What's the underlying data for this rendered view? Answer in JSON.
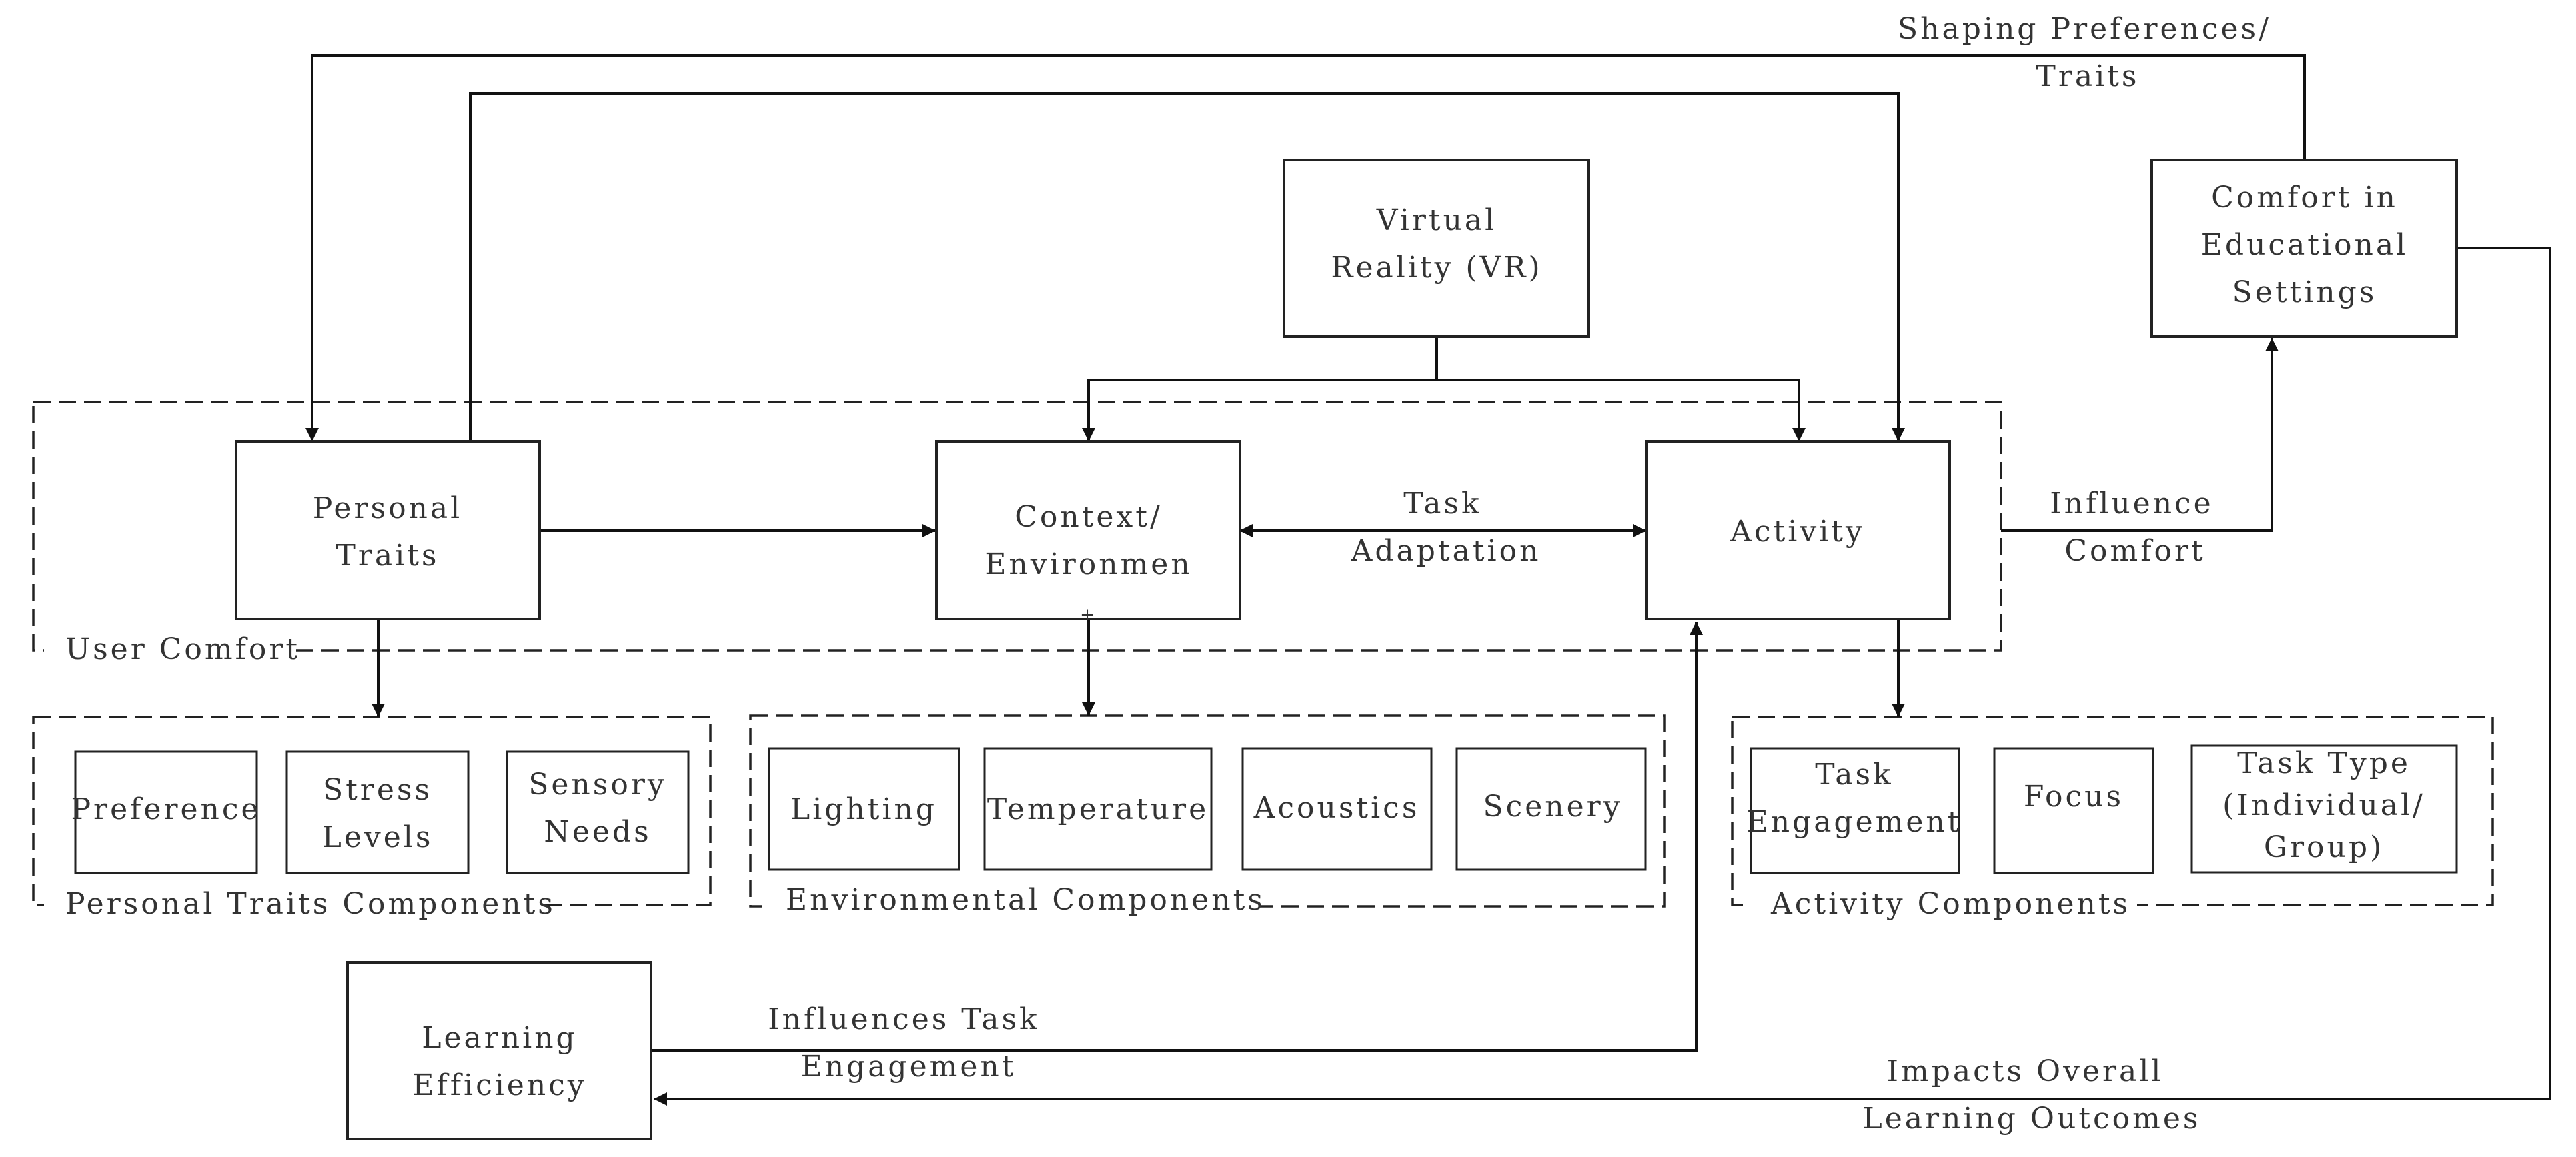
{
  "nodes": {
    "vr": [
      "Virtual",
      "Reality (VR)"
    ],
    "comfort_edu": [
      "Comfort in",
      "Educational",
      "Settings"
    ],
    "personal_traits": [
      "Personal",
      "Traits"
    ],
    "context": [
      "Context/",
      "Environmen"
    ],
    "activity": [
      "Activity"
    ],
    "learning": [
      "Learning",
      "Efficiency"
    ]
  },
  "groups": {
    "user_comfort": "User Comfort",
    "personal_components": "Personal Traits Components",
    "environmental_components": "Environmental Components",
    "activity_components": "Activity Components"
  },
  "components": {
    "personal": [
      [
        "Preference"
      ],
      [
        "Stress",
        "Levels"
      ],
      [
        "Sensory",
        "Needs"
      ]
    ],
    "environmental": [
      [
        "Lighting"
      ],
      [
        "Temperature"
      ],
      [
        "Acoustics"
      ],
      [
        "Scenery"
      ]
    ],
    "activity": [
      [
        "Task",
        "Engagement"
      ],
      [
        "Focus"
      ],
      [
        "Task Type",
        "(Individual/",
        "Group)"
      ]
    ]
  },
  "edges": {
    "shaping": [
      "Shaping Preferences/",
      "Traits"
    ],
    "task_adaptation": [
      "Task",
      "Adaptation"
    ],
    "influence_comfort": [
      "Influence",
      "Comfort"
    ],
    "influences_task": [
      "Influences Task",
      "Engagement"
    ],
    "impacts_outcomes": [
      "Impacts Overall",
      "Learning Outcomes"
    ]
  },
  "stray_mark": "+"
}
